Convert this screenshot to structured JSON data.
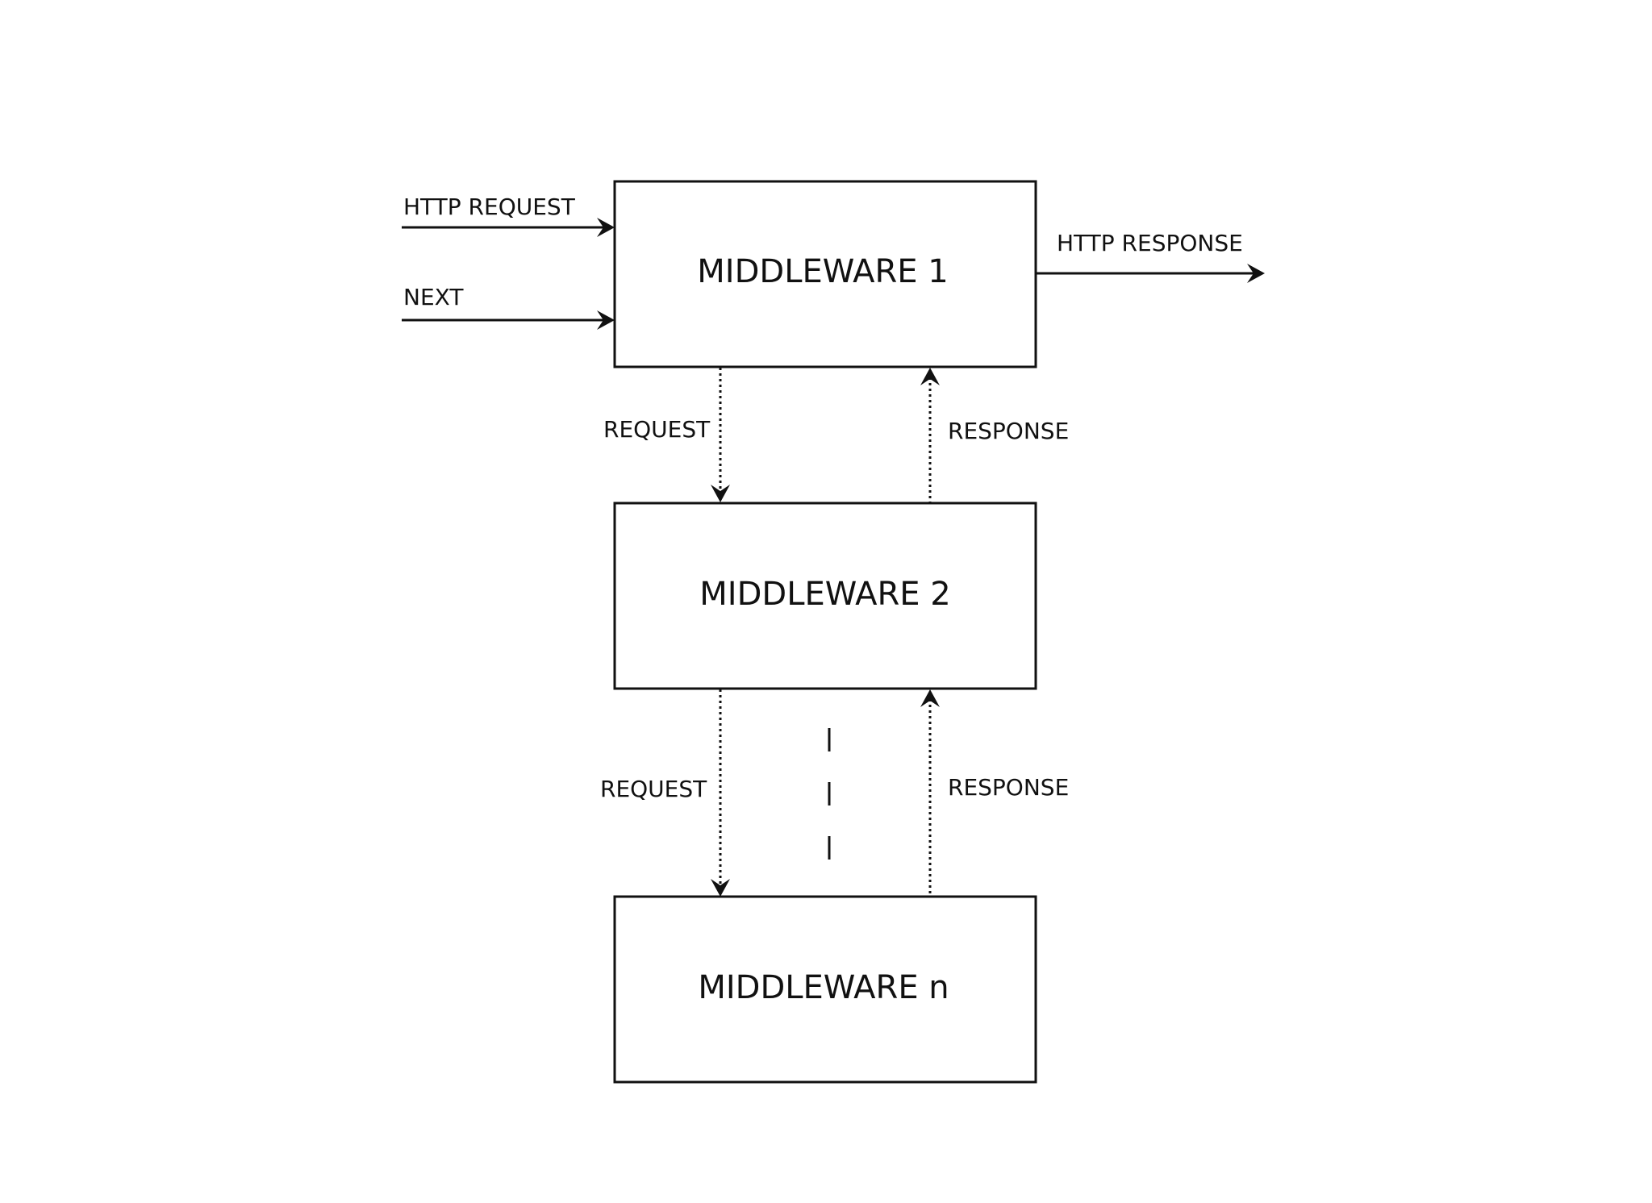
{
  "boxes": {
    "m1": "MIDDLEWARE 1",
    "m2": "MIDDLEWARE 2",
    "mn": "MIDDLEWARE n"
  },
  "edges": {
    "http_request": "HTTP REQUEST",
    "next": "NEXT",
    "http_response": "HTTP RESPONSE",
    "request_1": "REQUEST",
    "response_1": "RESPONSE",
    "request_2": "REQUEST",
    "response_2": "RESPONSE"
  },
  "colors": {
    "stroke": "#111111",
    "background": "#ffffff"
  }
}
